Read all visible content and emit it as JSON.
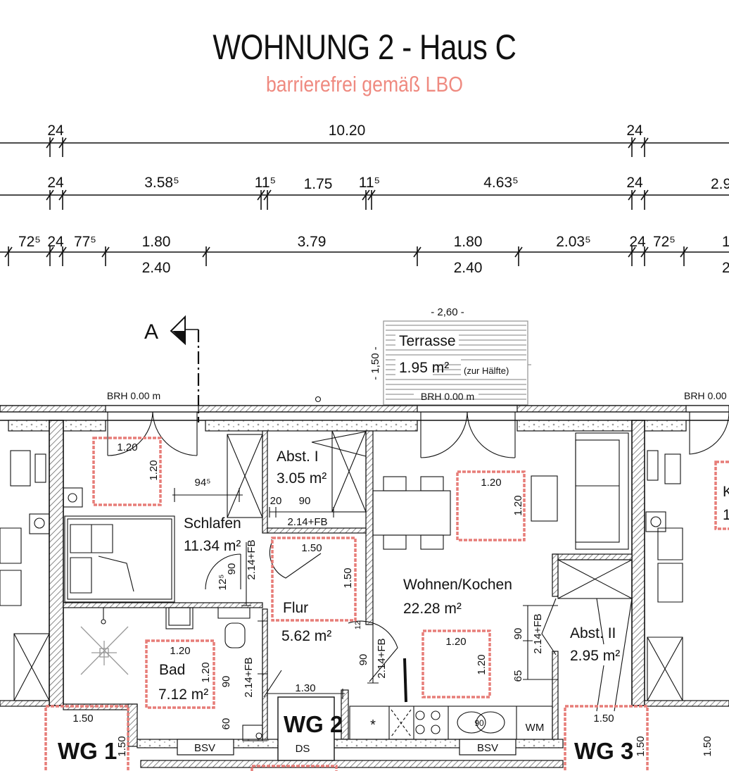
{
  "title": "WOHNUNG 2 - Haus C",
  "subtitle": "barrierefrei gemäß LBO",
  "dimensions": {
    "row1": [
      "24",
      "10.20",
      "24"
    ],
    "row2": [
      "24",
      "3.58⁵",
      "11⁵",
      "1.75",
      "11⁵",
      "4.63⁵",
      "24",
      "2.9"
    ],
    "row3_top": [
      "72⁵",
      "24",
      "77⁵",
      "1.80",
      "3.79",
      "1.80",
      "2.03⁵",
      "24",
      "72⁵",
      "1"
    ],
    "row3_bottom": [
      "2.40",
      "2.40",
      "2"
    ]
  },
  "section_marker": "A",
  "terrace": {
    "width": "- 2,60 -",
    "depth": "- 1,50 -",
    "label": "Terrasse",
    "area": "1.95 m²",
    "note": "(zur Hälfte)",
    "brh": "BRH 0.00 m"
  },
  "brh": [
    "BRH 0.00 m",
    "BRH 0.00"
  ],
  "rooms": {
    "abst1": {
      "name": "Abst. I",
      "area": "3.05 m²"
    },
    "schlafen": {
      "name": "Schlafen",
      "area": "11.34 m²"
    },
    "flur": {
      "name": "Flur",
      "area": "5.62 m²"
    },
    "bad": {
      "name": "Bad",
      "area": "7.12 m²"
    },
    "wohnen": {
      "name": "Wohnen/Kochen",
      "area": "22.28 m²"
    },
    "abst2": {
      "name": "Abst. II",
      "area": "2.95 m²"
    },
    "right_partial": {
      "name": "K",
      "area": "1"
    }
  },
  "turning_areas": {
    "schlafen": [
      "1.20",
      "1.20"
    ],
    "flur": [
      "1.50",
      "1.50"
    ],
    "wohnen_top": [
      "1.20",
      "1.20"
    ],
    "wohnen_bottom": [
      "1.20",
      "1.20"
    ],
    "bad": [
      "1.20",
      "1.20"
    ],
    "wg1": [
      "1.50",
      "1.50"
    ],
    "wg3": [
      "1.50",
      "1.50"
    ],
    "right": "1.50"
  },
  "door_dims": {
    "schlafen_clear": "94⁵",
    "abst1_20": "20",
    "abst1_90": "90",
    "abst1_height": "2.14+FB",
    "schlafen_12": "12⁵",
    "schlafen_90": "90",
    "schlafen_height": "2.14+FB",
    "bad_90": "90",
    "bad_height": "2.14+FB",
    "bad_60": "60",
    "flur_130": "1.30",
    "flur_12": "12",
    "wohnen_90": "90",
    "wohnen_height": "2.14+FB",
    "abst2_90": "90",
    "abst2_height": "2.14+FB",
    "abst2_65": "65"
  },
  "garden_labels": {
    "wg1": "WG 1",
    "wg2": "WG 2",
    "wg3": "WG 3",
    "ds": "DS"
  },
  "kitchen": {
    "fridge": "*",
    "sink": "90",
    "washer": "WM",
    "bsv_left": "BSV",
    "bsv_right": "BSV"
  },
  "colors": {
    "accent_red": "#e77d78",
    "subtitle": "#ef8a80"
  }
}
